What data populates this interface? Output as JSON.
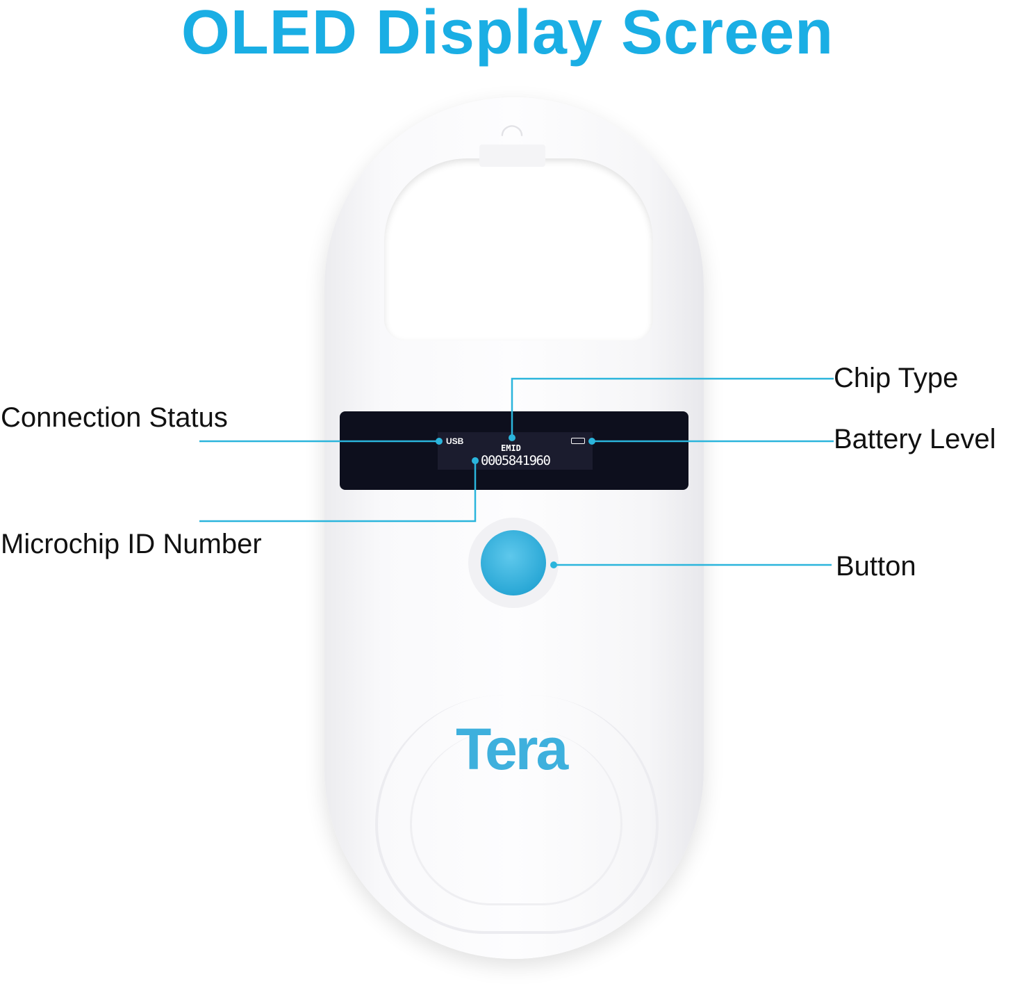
{
  "title": "OLED Display Screen",
  "device": {
    "brand": "Tera",
    "screen": {
      "connection": "USB",
      "chip_type": "EMID",
      "microchip_id": "0005841960"
    }
  },
  "callouts": {
    "connection_status": "Connection Status",
    "chip_type": "Chip Type",
    "battery_level": "Battery Level",
    "microchip_id_number": "Microchip ID Number",
    "button": "Button"
  },
  "colors": {
    "accent": "#1aaee4",
    "line": "#2bb5dc",
    "button": "#2aa8d6"
  }
}
